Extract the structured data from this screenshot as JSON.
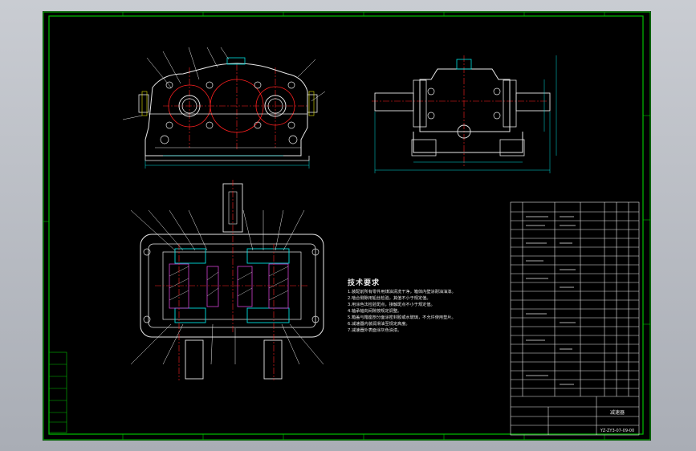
{
  "drawing": {
    "notes_title": "技术要求",
    "notes": [
      "1.装配前所有零件用煤油清洗干净，箱体内壁涂耐油油漆。",
      "2.啮合侧隙用铅丝检验，其值不小于规定值。",
      "3.用涂色法检验斑点，接触斑点不小于规定值。",
      "4.轴承轴向间隙按规定调整。",
      "5.箱盖与箱座剖分面涂密封胶或水玻璃，不允许使用垫片。",
      "6.减速器内装润滑油至规定高度。",
      "7.减速器外表面涂灰色油漆。"
    ],
    "title_block": {
      "drawing_title": "减速器",
      "drawing_number": "YZ-ZY3-07-09-00"
    }
  },
  "colors": {
    "frame": "#00c000",
    "outline": "#e8e8e8",
    "center_line": "#ff2020",
    "dimension": "#00e0e0",
    "highlight": "#e0e000"
  }
}
